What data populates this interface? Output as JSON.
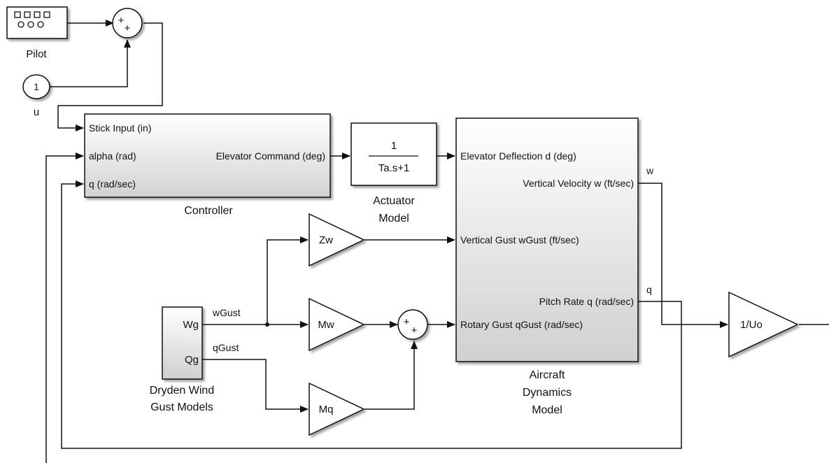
{
  "blocks": {
    "pilot": {
      "label": "Pilot"
    },
    "input_port": {
      "number": "1",
      "label": "u"
    },
    "controller": {
      "label": "Controller",
      "inputs": [
        "Stick Input (in)",
        "alpha (rad)",
        "q (rad/sec)"
      ],
      "output": "Elevator Command (deg)"
    },
    "actuator": {
      "numerator": "1",
      "denominator": "Ta.s+1",
      "label_line1": "Actuator",
      "label_line2": "Model"
    },
    "aircraft": {
      "inputs": [
        "Elevator Deflection d (deg)",
        "Vertical Gust wGust (ft/sec)",
        "Rotary Gust qGust (rad/sec)"
      ],
      "outputs": [
        "Vertical Velocity w (ft/sec)",
        "Pitch Rate q (rad/sec)"
      ],
      "label_line1": "Aircraft",
      "label_line2": "Dynamics",
      "label_line3": "Model"
    },
    "dryden": {
      "ports": [
        "Wg",
        "Qg"
      ],
      "label_line1": "Dryden Wind",
      "label_line2": "Gust Models"
    },
    "gains": {
      "zw": "Zw",
      "mw": "Mw",
      "mq": "Mq",
      "inv_uo": "1/Uo"
    }
  },
  "signals": {
    "wgust": "wGust",
    "qgust": "qGust",
    "w": "w",
    "q": "q"
  },
  "sum_signs": {
    "plus": "+"
  }
}
